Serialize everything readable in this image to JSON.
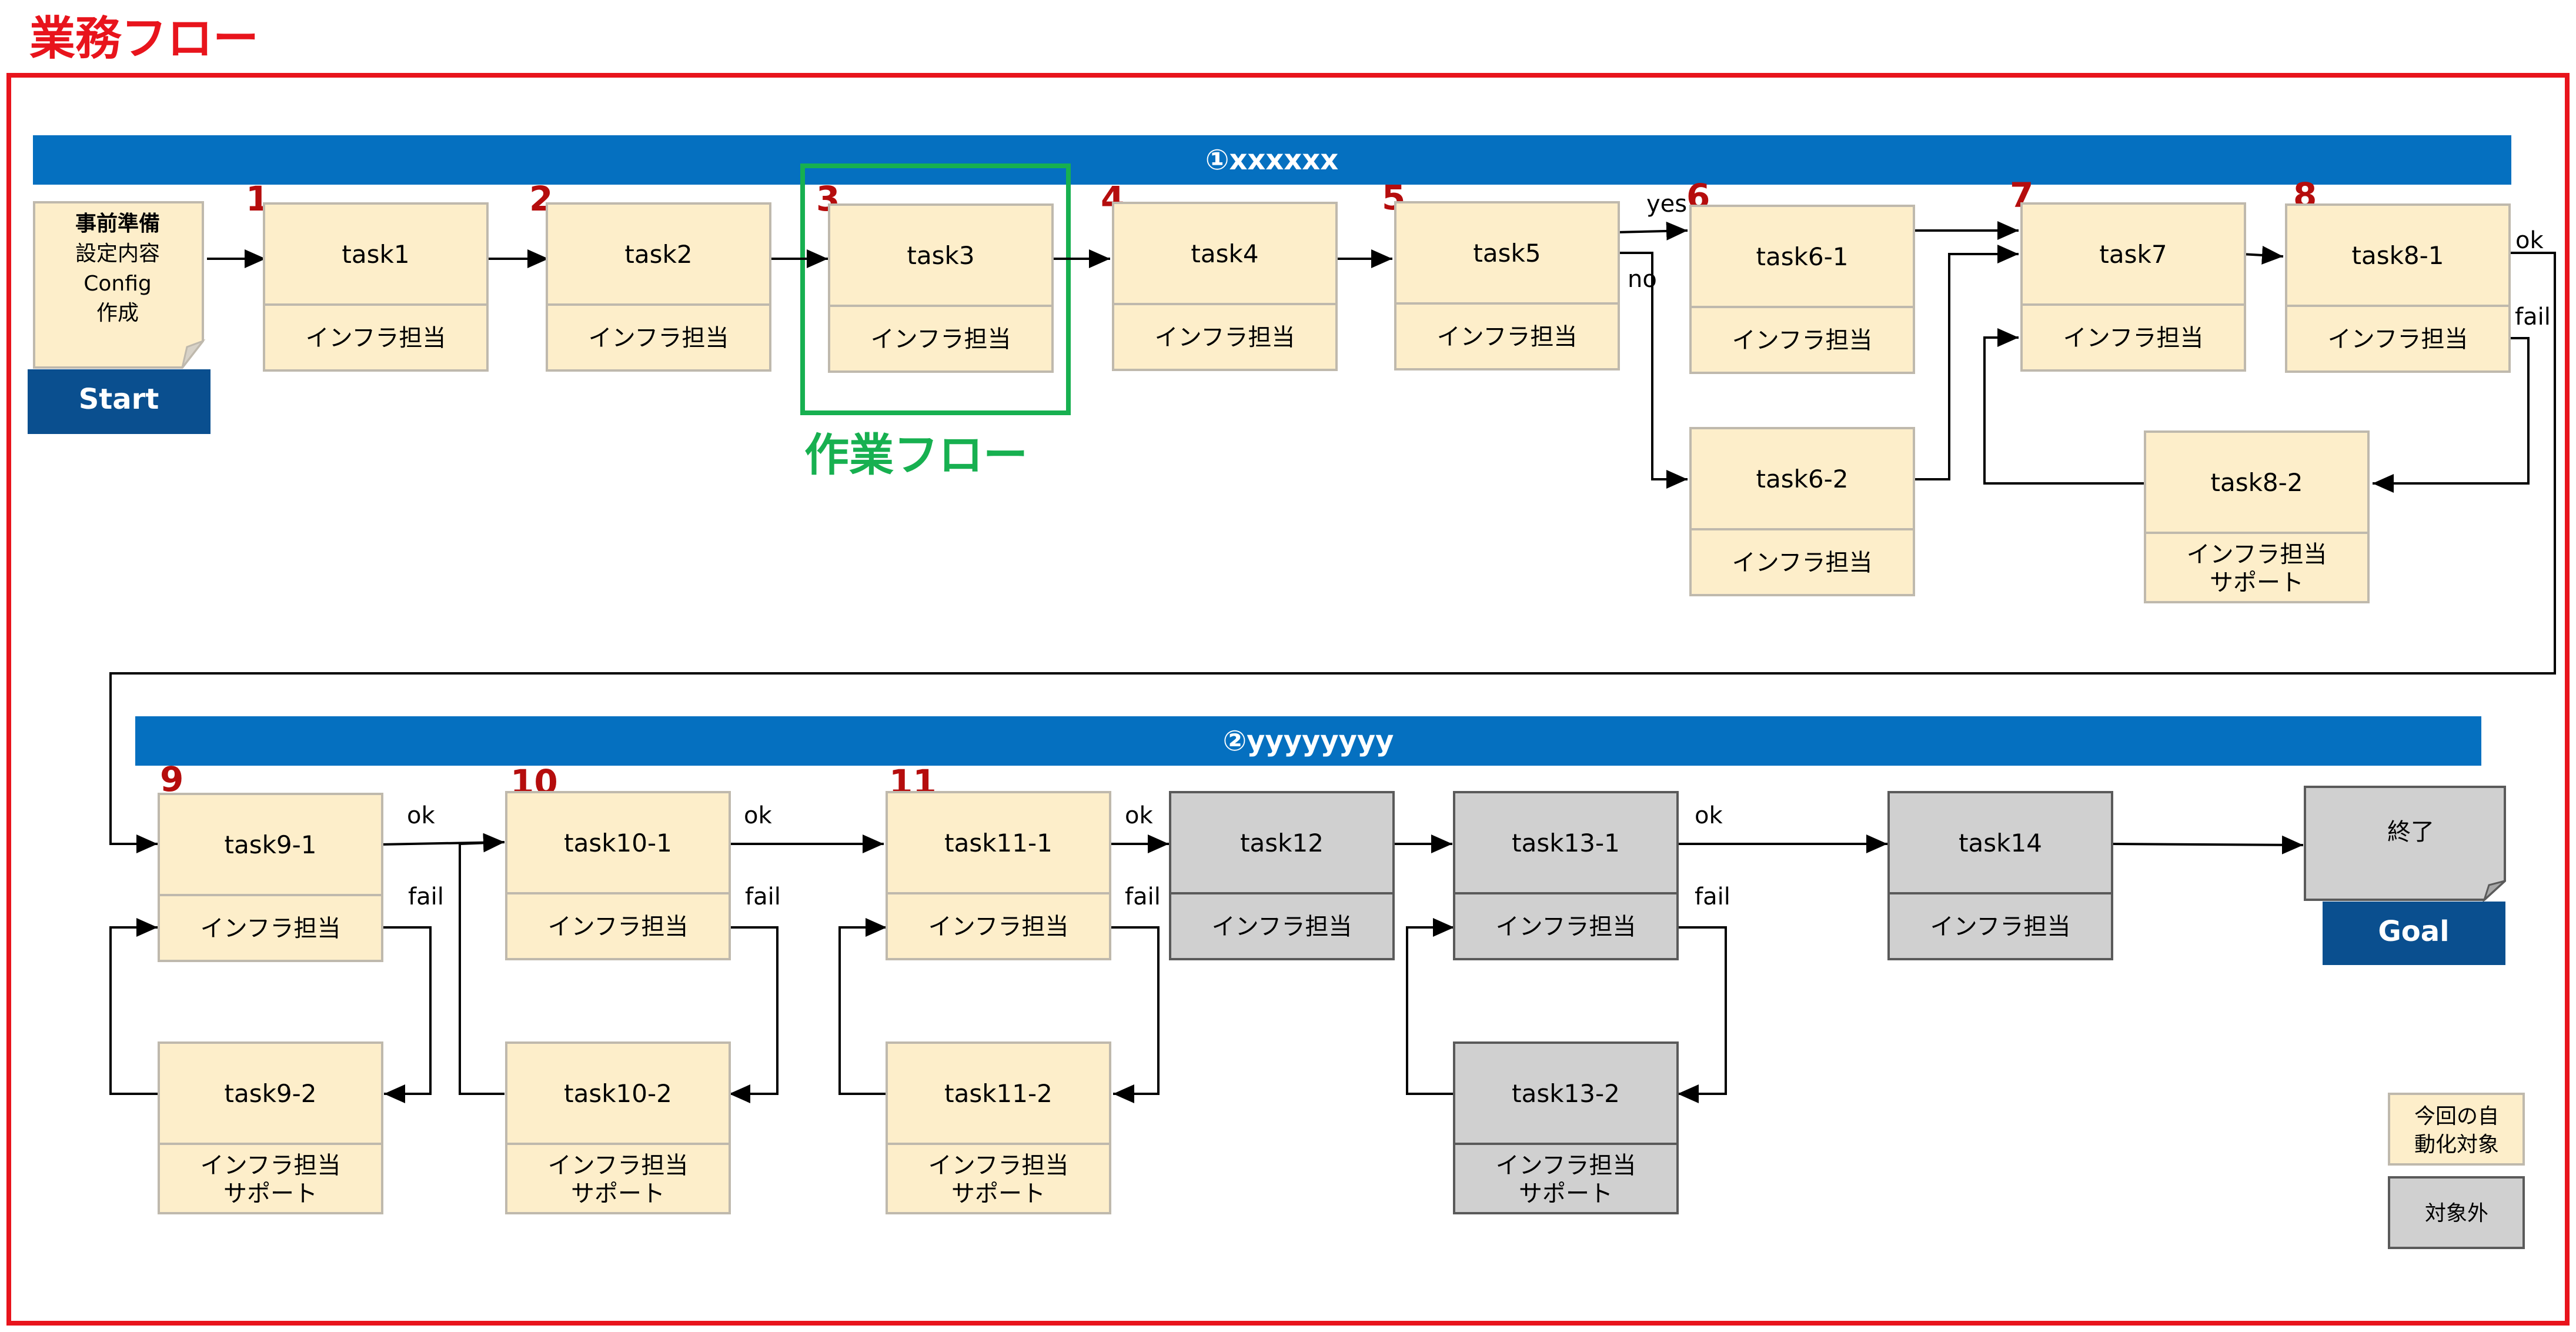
{
  "page_title": "業務フロー",
  "colors": {
    "red": "#e8141c",
    "section_blue": "#0570c0",
    "dark_blue": "#0a4f8f",
    "cream_fill": "#fdeeca",
    "cream_stroke": "#bfb9ad",
    "gray_fill": "#d0d0d0",
    "gray_stroke": "#5a5a5a",
    "green": "#17b050",
    "number_red": "#b50d0d"
  },
  "sections": {
    "s1": "①xxxxxx",
    "s2": "②yyyyyyyy"
  },
  "work_flow_label": "作業フロー",
  "start": {
    "lines": [
      "事前準備",
      "設定内容",
      "Config",
      "作成"
    ],
    "button": "Start"
  },
  "goal": {
    "text": "終了",
    "button": "Goal"
  },
  "numbers": [
    "1",
    "2",
    "3",
    "4",
    "5",
    "6",
    "7",
    "8",
    "9",
    "10",
    "11"
  ],
  "tasks": {
    "t1": {
      "title": "task1",
      "role": "インフラ担当"
    },
    "t2": {
      "title": "task2",
      "role": "インフラ担当"
    },
    "t3": {
      "title": "task3",
      "role": "インフラ担当"
    },
    "t4": {
      "title": "task4",
      "role": "インフラ担当"
    },
    "t5": {
      "title": "task5",
      "role": "インフラ担当"
    },
    "t6_1": {
      "title": "task6-1",
      "role": "インフラ担当"
    },
    "t6_2": {
      "title": "task6-2",
      "role": "インフラ担当"
    },
    "t7": {
      "title": "task7",
      "role": "インフラ担当"
    },
    "t8_1": {
      "title": "task8-1",
      "role": "インフラ担当"
    },
    "t8_2": {
      "title": "task8-2",
      "role": "インフラ担当",
      "role2": "サポート"
    },
    "t9_1": {
      "title": "task9-1",
      "role": "インフラ担当"
    },
    "t9_2": {
      "title": "task9-2",
      "role": "インフラ担当",
      "role2": "サポート"
    },
    "t10_1": {
      "title": "task10-1",
      "role": "インフラ担当"
    },
    "t10_2": {
      "title": "task10-2",
      "role": "インフラ担当",
      "role2": "サポート"
    },
    "t11_1": {
      "title": "task11-1",
      "role": "インフラ担当"
    },
    "t11_2": {
      "title": "task11-2",
      "role": "インフラ担当",
      "role2": "サポート"
    },
    "t12": {
      "title": "task12",
      "role": "インフラ担当"
    },
    "t13_1": {
      "title": "task13-1",
      "role": "インフラ担当"
    },
    "t13_2": {
      "title": "task13-2",
      "role": "インフラ担当",
      "role2": "サポート"
    },
    "t14": {
      "title": "task14",
      "role": "インフラ担当"
    }
  },
  "branch_labels": {
    "yes": "yes",
    "no": "no",
    "ok": "ok",
    "fail": "fail"
  },
  "legend": {
    "target": [
      "今回の自",
      "動化対象"
    ],
    "excluded": "対象外"
  }
}
